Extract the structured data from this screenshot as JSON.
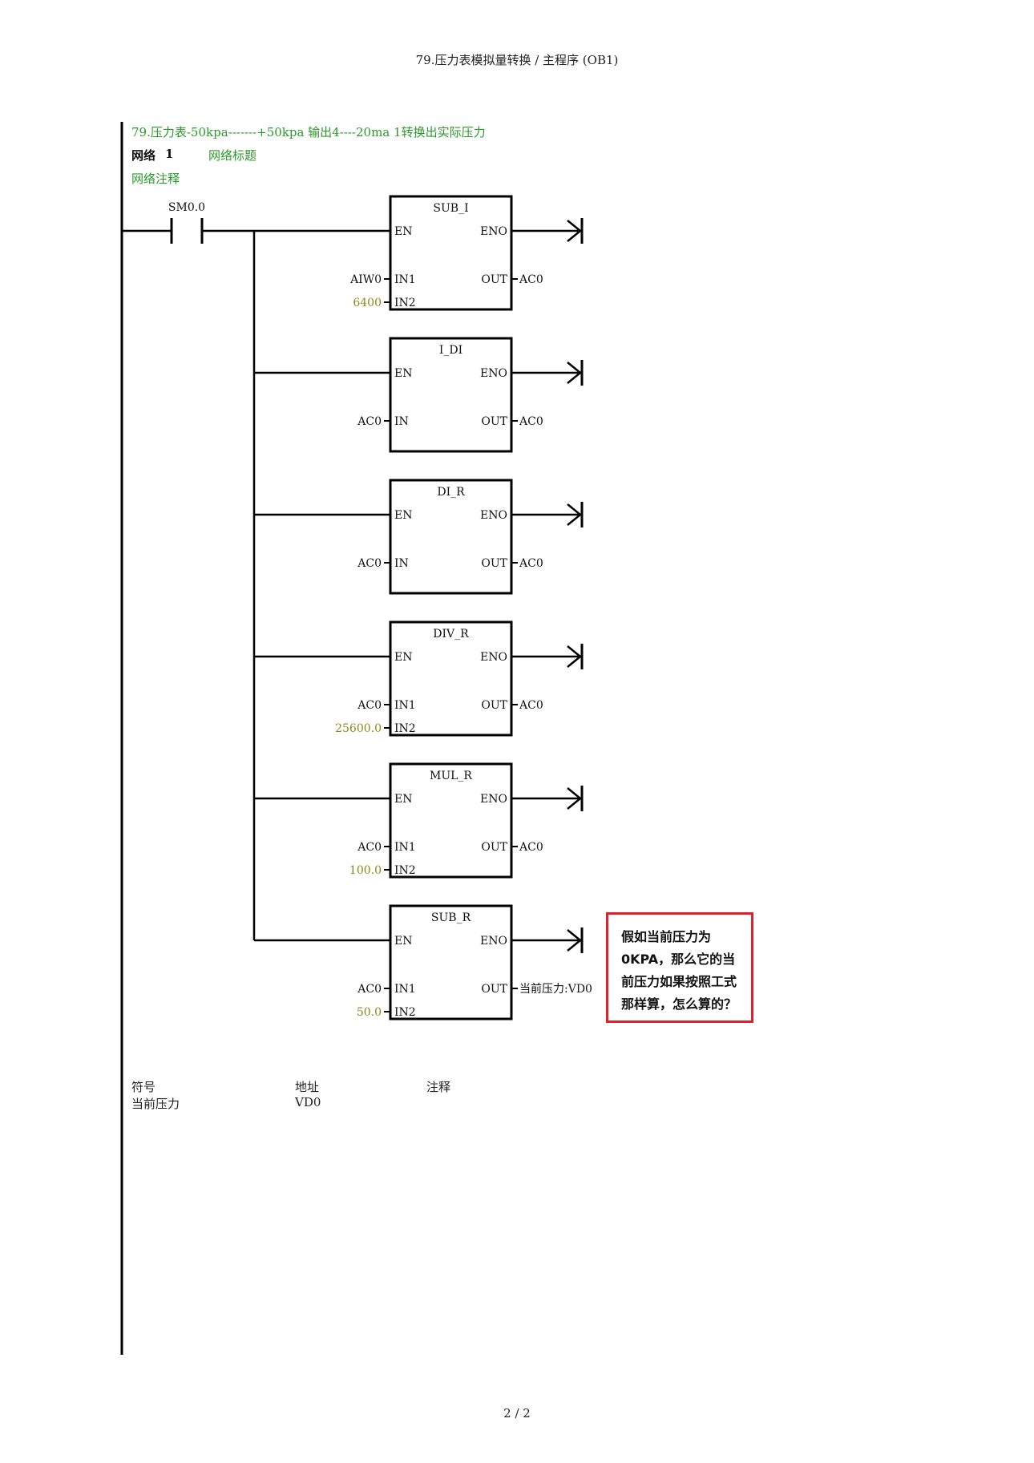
{
  "page_header": "79.压力表模拟量转换   /   主程序 (OB1)",
  "program_comment": "79.压力表-50kpa-------+50kpa   输出4----20ma     1转换出实际压力",
  "network": {
    "label": "网络",
    "number": "1",
    "title": "网络标题",
    "comment": "网络注释"
  },
  "contact": {
    "label": "SM0.0"
  },
  "blocks": [
    {
      "name": "SUB_I",
      "en": "EN",
      "eno": "ENO",
      "inputs": [
        {
          "pin": "IN1",
          "value": "AIW0",
          "const": false
        },
        {
          "pin": "IN2",
          "value": "6400",
          "const": true
        }
      ],
      "out_pin": "OUT",
      "out_value": "AC0"
    },
    {
      "name": "I_DI",
      "en": "EN",
      "eno": "ENO",
      "inputs": [
        {
          "pin": "IN",
          "value": "AC0",
          "const": false
        }
      ],
      "out_pin": "OUT",
      "out_value": "AC0"
    },
    {
      "name": "DI_R",
      "en": "EN",
      "eno": "ENO",
      "inputs": [
        {
          "pin": "IN",
          "value": "AC0",
          "const": false
        }
      ],
      "out_pin": "OUT",
      "out_value": "AC0"
    },
    {
      "name": "DIV_R",
      "en": "EN",
      "eno": "ENO",
      "inputs": [
        {
          "pin": "IN1",
          "value": "AC0",
          "const": false
        },
        {
          "pin": "IN2",
          "value": "25600.0",
          "const": true
        }
      ],
      "out_pin": "OUT",
      "out_value": "AC0"
    },
    {
      "name": "MUL_R",
      "en": "EN",
      "eno": "ENO",
      "inputs": [
        {
          "pin": "IN1",
          "value": "AC0",
          "const": false
        },
        {
          "pin": "IN2",
          "value": "100.0",
          "const": true
        }
      ],
      "out_pin": "OUT",
      "out_value": "AC0"
    },
    {
      "name": "SUB_R",
      "en": "EN",
      "eno": "ENO",
      "inputs": [
        {
          "pin": "IN1",
          "value": "AC0",
          "const": false
        },
        {
          "pin": "IN2",
          "value": "50.0",
          "const": true
        }
      ],
      "out_pin": "OUT",
      "out_value": "当前压力:VD0"
    }
  ],
  "callout": "假如当前压力为0KPA，那么它的当前压力如果按照工式那样算，怎么算的？",
  "symbol_table": {
    "headers": {
      "symbol": "符号",
      "address": "地址",
      "comment": "注释"
    },
    "rows": [
      {
        "symbol": "当前压力",
        "address": "VD0",
        "comment": ""
      }
    ]
  },
  "page_footer": "2 / 2",
  "colors": {
    "comment_green": "#2a9a2a",
    "constant_olive": "#8a8a1a",
    "callout_border": "#e0202a"
  }
}
